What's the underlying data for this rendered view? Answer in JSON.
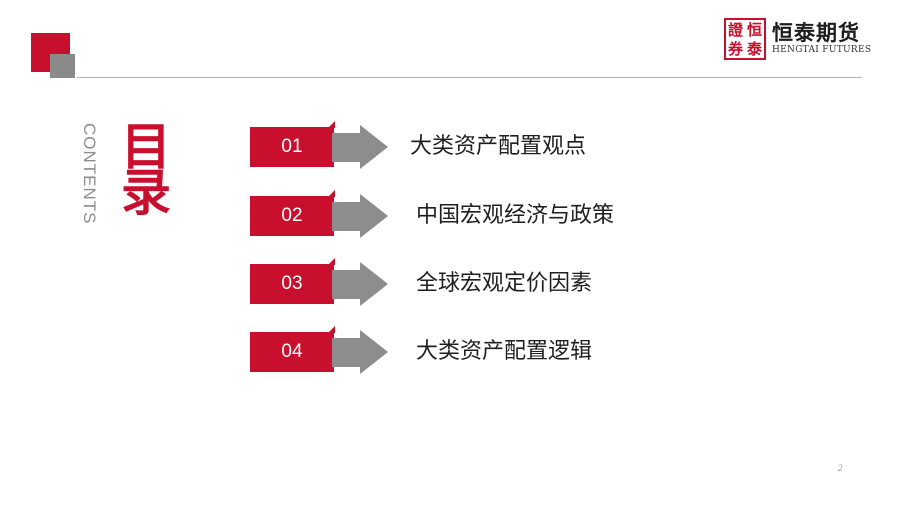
{
  "logo": {
    "seal_chars": [
      "證",
      "恒",
      "券",
      "泰"
    ],
    "name_cn": "恒泰期货",
    "name_en": "HENGTAI FUTURES"
  },
  "title": {
    "main": "目录",
    "sub": "CONTENTS"
  },
  "items": [
    {
      "num": "01",
      "label": "大类资产配置观点"
    },
    {
      "num": "02",
      "label": "中国宏观经济与政策"
    },
    {
      "num": "03",
      "label": "全球宏观定价因素"
    },
    {
      "num": "04",
      "label": "大类资产配置逻辑"
    }
  ],
  "page_number": "2",
  "colors": {
    "accent": "#c8102e",
    "arrow_gray": "#8d8d8d",
    "rule": "#b5b5b5"
  }
}
